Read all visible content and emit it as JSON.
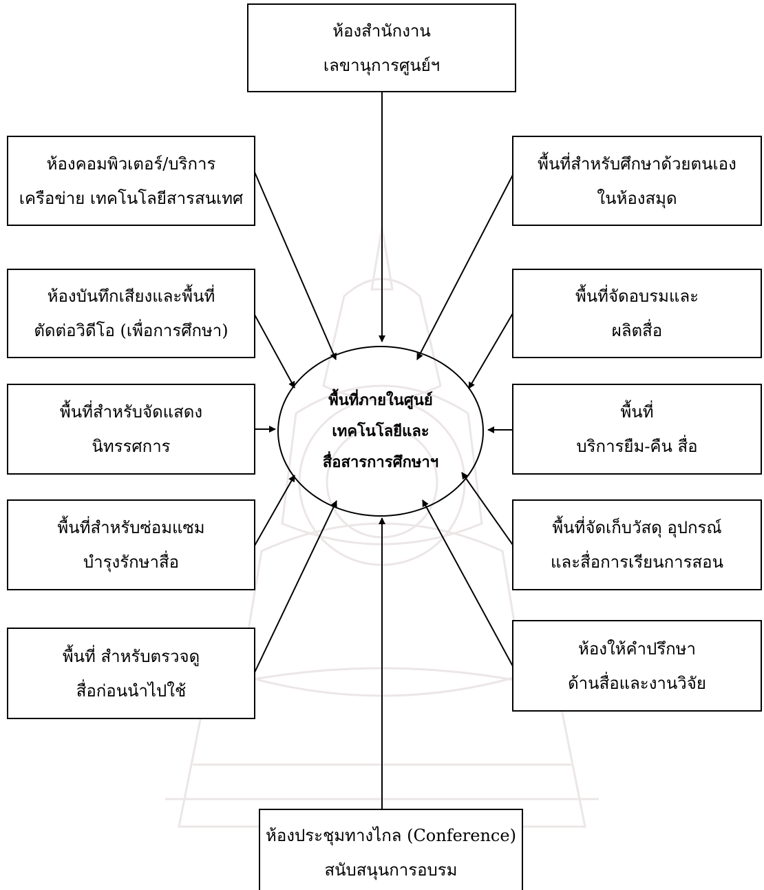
{
  "center": {
    "lines": [
      "พื้นที่ภายในศูนย์",
      "เทคโนโลยีและ",
      "สื่อสารการศึกษาฯ"
    ]
  },
  "boxes": {
    "top": [
      "ห้องสำนักงาน",
      "เลขานุการศูนย์ฯ"
    ],
    "left1": [
      "ห้องคอมพิวเตอร์/บริการ",
      "เครือข่าย เทคโนโลยีสารสนเทศ"
    ],
    "left2": [
      "ห้องบันทึกเสียงและพื้นที่",
      "ตัดต่อวิดีโอ (เพื่อการศึกษา)"
    ],
    "left3": [
      "พื้นที่สำหรับจัดแสดง",
      "นิทรรศการ"
    ],
    "left4": [
      "พื้นที่สำหรับซ่อมแซม",
      "บำรุงรักษาสื่อ"
    ],
    "left5": [
      "พื้นที่ สำหรับตรวจดู",
      "สื่อก่อนนำไปใช้"
    ],
    "right1": [
      "พื้นที่สำหรับศึกษาด้วยตนเอง",
      "ในห้องสมุด"
    ],
    "right2": [
      "พื้นที่จัดอบรมและ",
      "ผลิตสื่อ"
    ],
    "right3": [
      "พื้นที่",
      "บริการยืม-คืน สื่อ"
    ],
    "right4": [
      "พื้นที่จัดเก็บวัสดุ อุปกรณ์",
      "และสื่อการเรียนการสอน"
    ],
    "right5": [
      "ห้องให้คำปรึกษา",
      "ด้านสื่อและงานวิจัย"
    ],
    "bottom": [
      "ห้องประชุมทางไกล (Conference)",
      "สนับสนุนการอบรม"
    ]
  }
}
